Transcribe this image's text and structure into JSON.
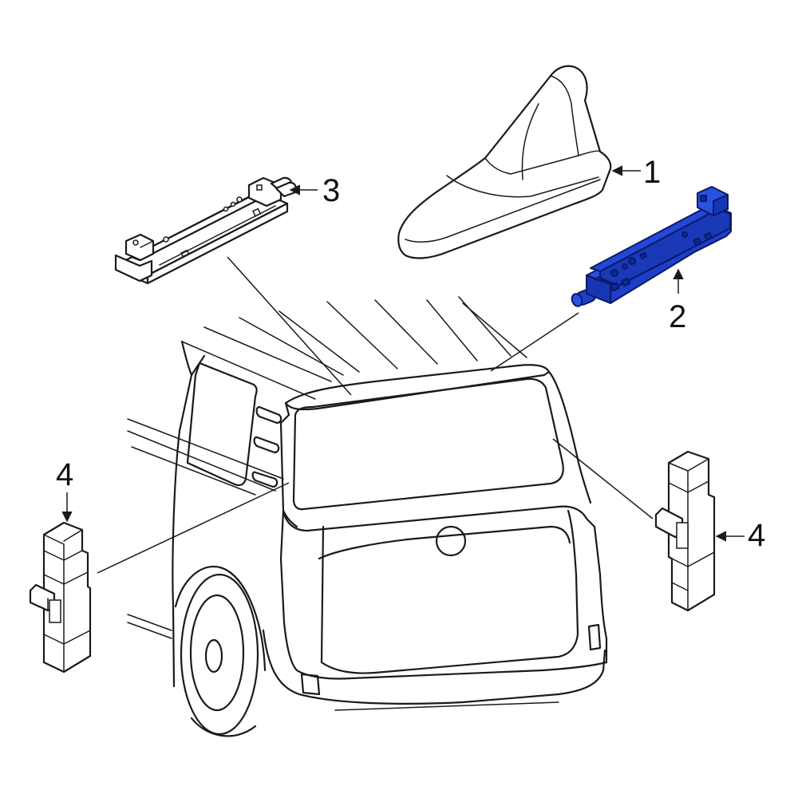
{
  "colors": {
    "line": "#1a1a1a",
    "highlight_fill": "#1d3fc9",
    "highlight_dark": "#122a9a",
    "highlight_stroke": "#0b1a66",
    "background": "#ffffff"
  },
  "callouts": {
    "c1": "1",
    "c2": "2",
    "c3": "3",
    "c4_left": "4",
    "c4_right": "4"
  },
  "highlighted_part": "2"
}
